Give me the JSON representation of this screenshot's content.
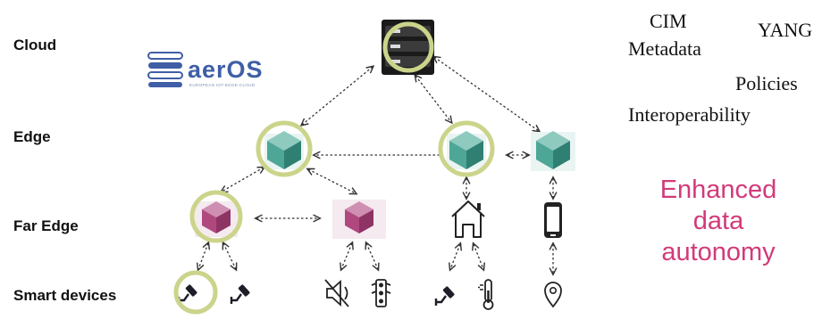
{
  "tiers": {
    "cloud": "Cloud",
    "edge": "Edge",
    "far_edge": "Far Edge",
    "smart_devices": "Smart devices"
  },
  "logo": {
    "name": "aerOS",
    "subtitle": "EUROPEAN IOT-EDGE-CLOUD"
  },
  "concepts": {
    "cim": "CIM",
    "yang": "YANG",
    "metadata": "Metadata",
    "policies": "Policies",
    "interoperability": "Interoperability"
  },
  "highlight": {
    "line1": "Enhanced",
    "line2": "data",
    "line3": "autonomy",
    "color": "#d23a7a"
  },
  "colors": {
    "edge_cube": "#3f9a8e",
    "far_edge_cube": "#b0487f",
    "highlight_ring": "#cbd48a",
    "server": "#1a1a1a"
  }
}
